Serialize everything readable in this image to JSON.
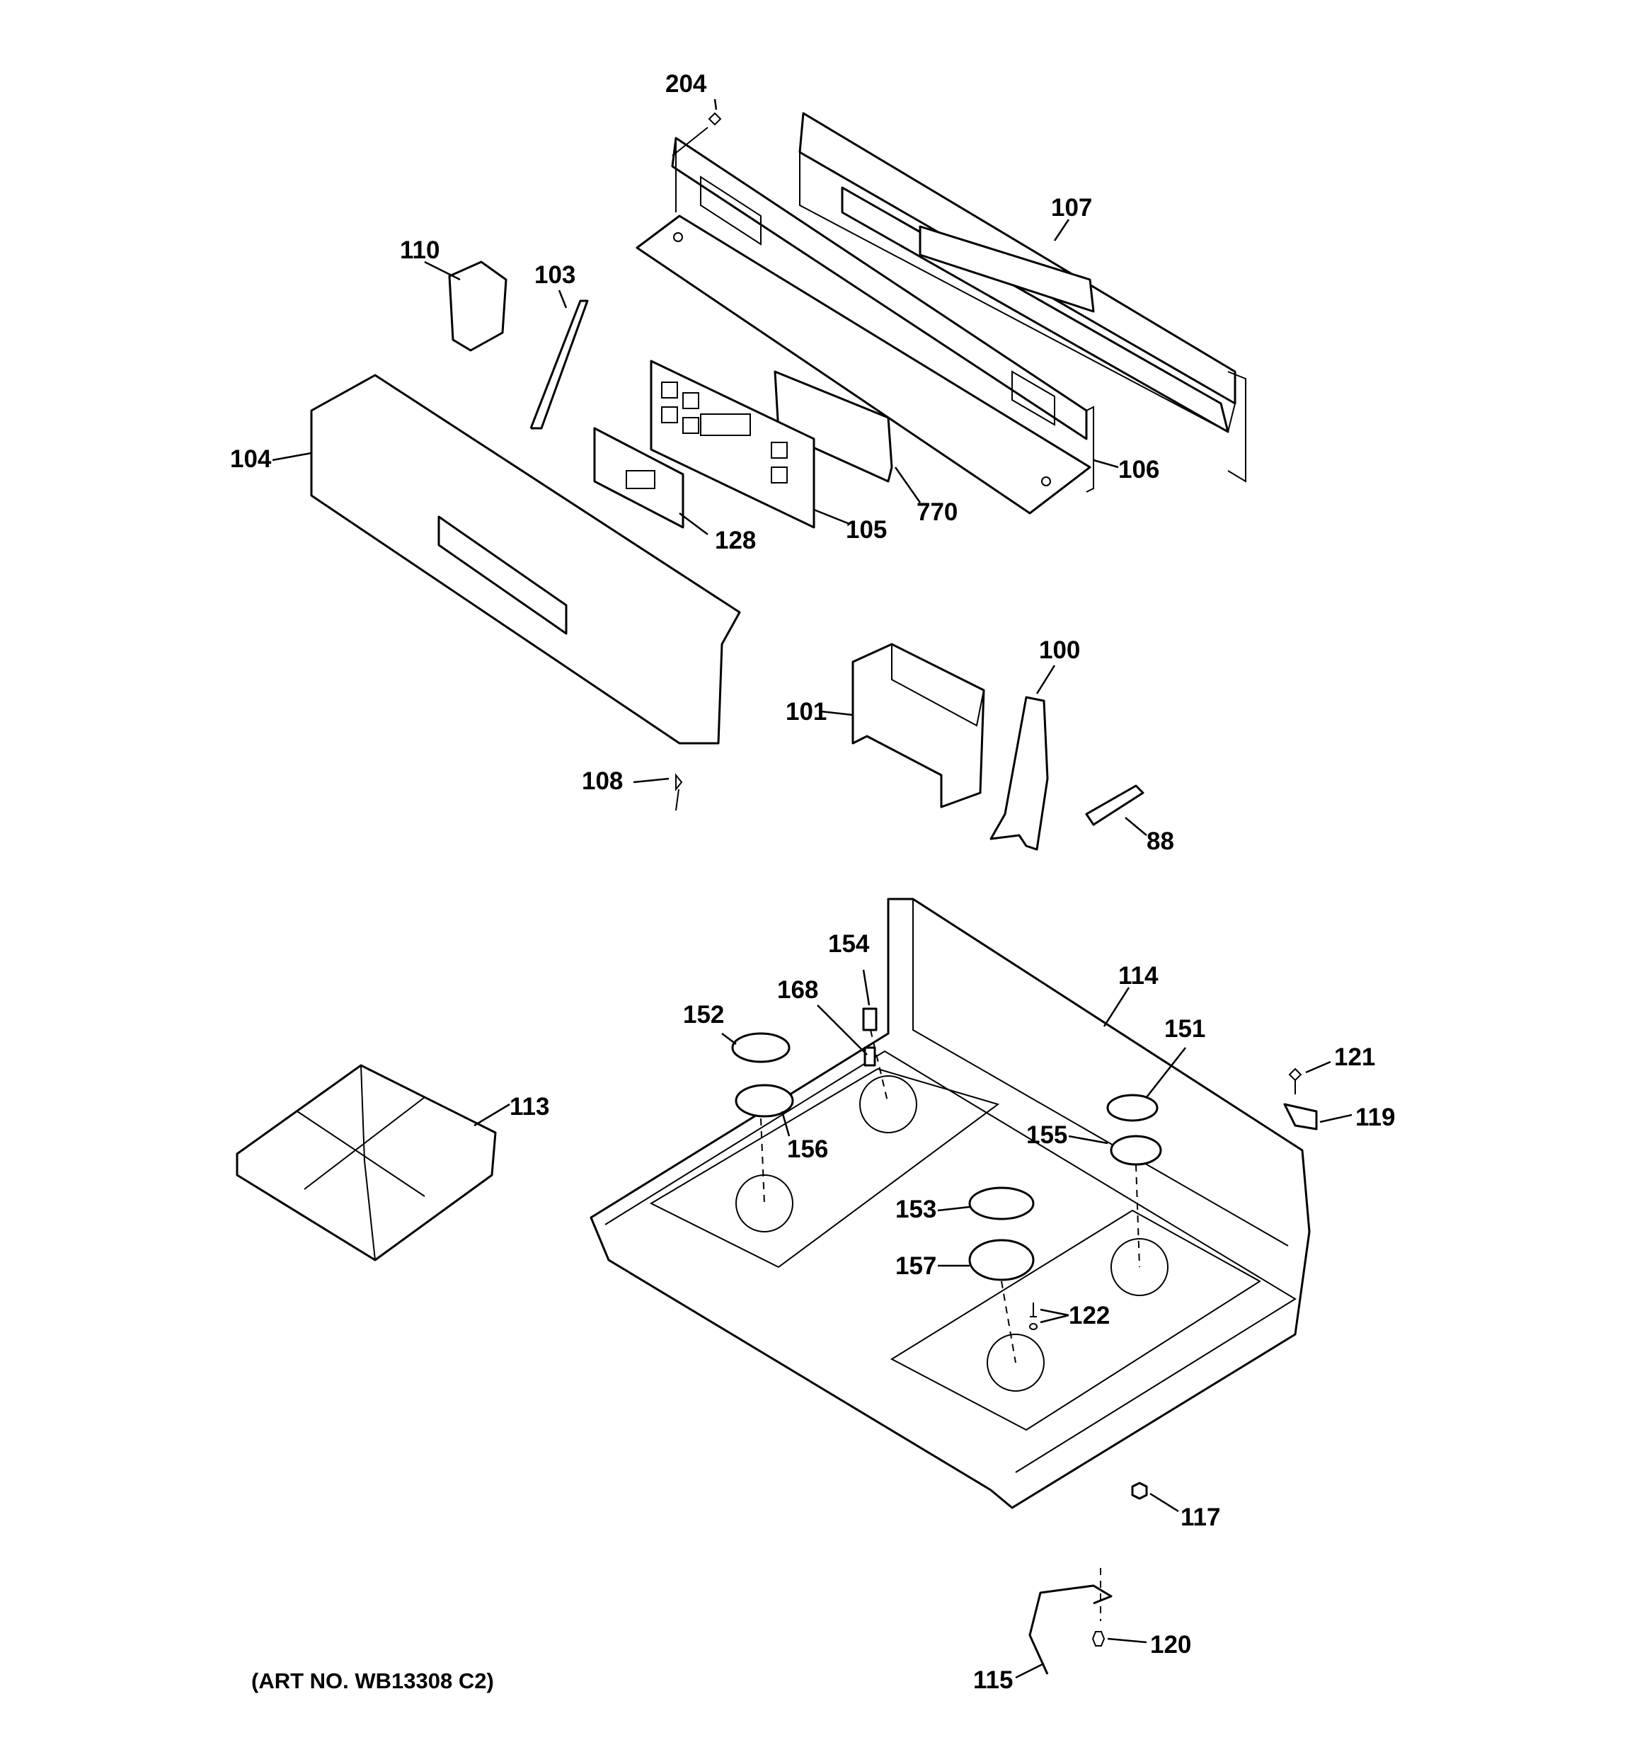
{
  "art_number": "(ART NO. WB13308 C2)",
  "callouts": [
    "204",
    "107",
    "110",
    "103",
    "104",
    "106",
    "770",
    "105",
    "128",
    "100",
    "101",
    "108",
    "88",
    "154",
    "168",
    "114",
    "152",
    "151",
    "113",
    "121",
    "119",
    "156",
    "155",
    "153",
    "157",
    "122",
    "117",
    "120",
    "115"
  ]
}
